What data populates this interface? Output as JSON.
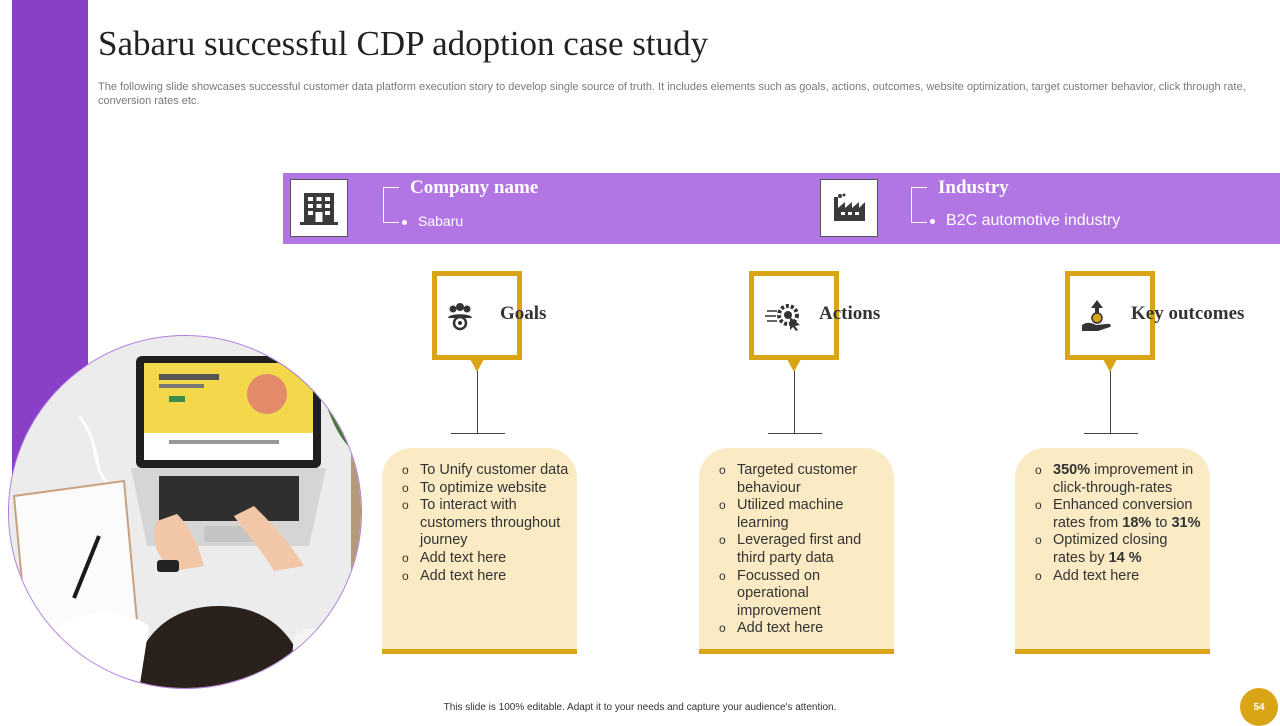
{
  "title": "Sabaru successful CDP adoption case study",
  "subtitle": "The following slide showcases successful customer data platform execution story to develop single source of truth. It includes elements such as goals, actions, outcomes, website optimization, target customer behavior, click through rate, conversion rates etc.",
  "band": {
    "company_label": "Company name",
    "company_value": "Sabaru",
    "industry_label": "Industry",
    "industry_value": "B2C automotive industry",
    "company_icon": "building-icon",
    "industry_icon": "factory-icon"
  },
  "categories": [
    {
      "label": "Goals",
      "icon": "team-target-icon",
      "items": [
        "To Unify customer data",
        "To optimize website",
        "To interact with customers throughout journey",
        "Add text here",
        "Add text here"
      ]
    },
    {
      "label": "Actions",
      "icon": "gear-cursor-icon",
      "items": [
        "Targeted customer behaviour",
        "Utilized machine learning",
        "Leveraged first and third party data",
        "Focussed on operational improvement",
        "Add text here"
      ]
    },
    {
      "label": "Key outcomes",
      "icon": "growth-hand-icon",
      "items": [
        {
          "bold": "350%",
          "text": " improvement in click-through-rates"
        },
        {
          "t1": "Enhanced conversion rates from ",
          "b1": "18%",
          "t2": " to ",
          "b2": "31%"
        },
        {
          "t1": "Optimized closing rates by ",
          "b1": "14 %"
        },
        "Add text here"
      ]
    }
  ],
  "footer": "This slide is 100% editable. Adapt it to your needs and capture your audience's attention.",
  "page_number": "54",
  "colors": {
    "purple": "#8a3fc7",
    "band": "#b276e4",
    "gold": "#d9a416",
    "card": "#faebc5"
  }
}
